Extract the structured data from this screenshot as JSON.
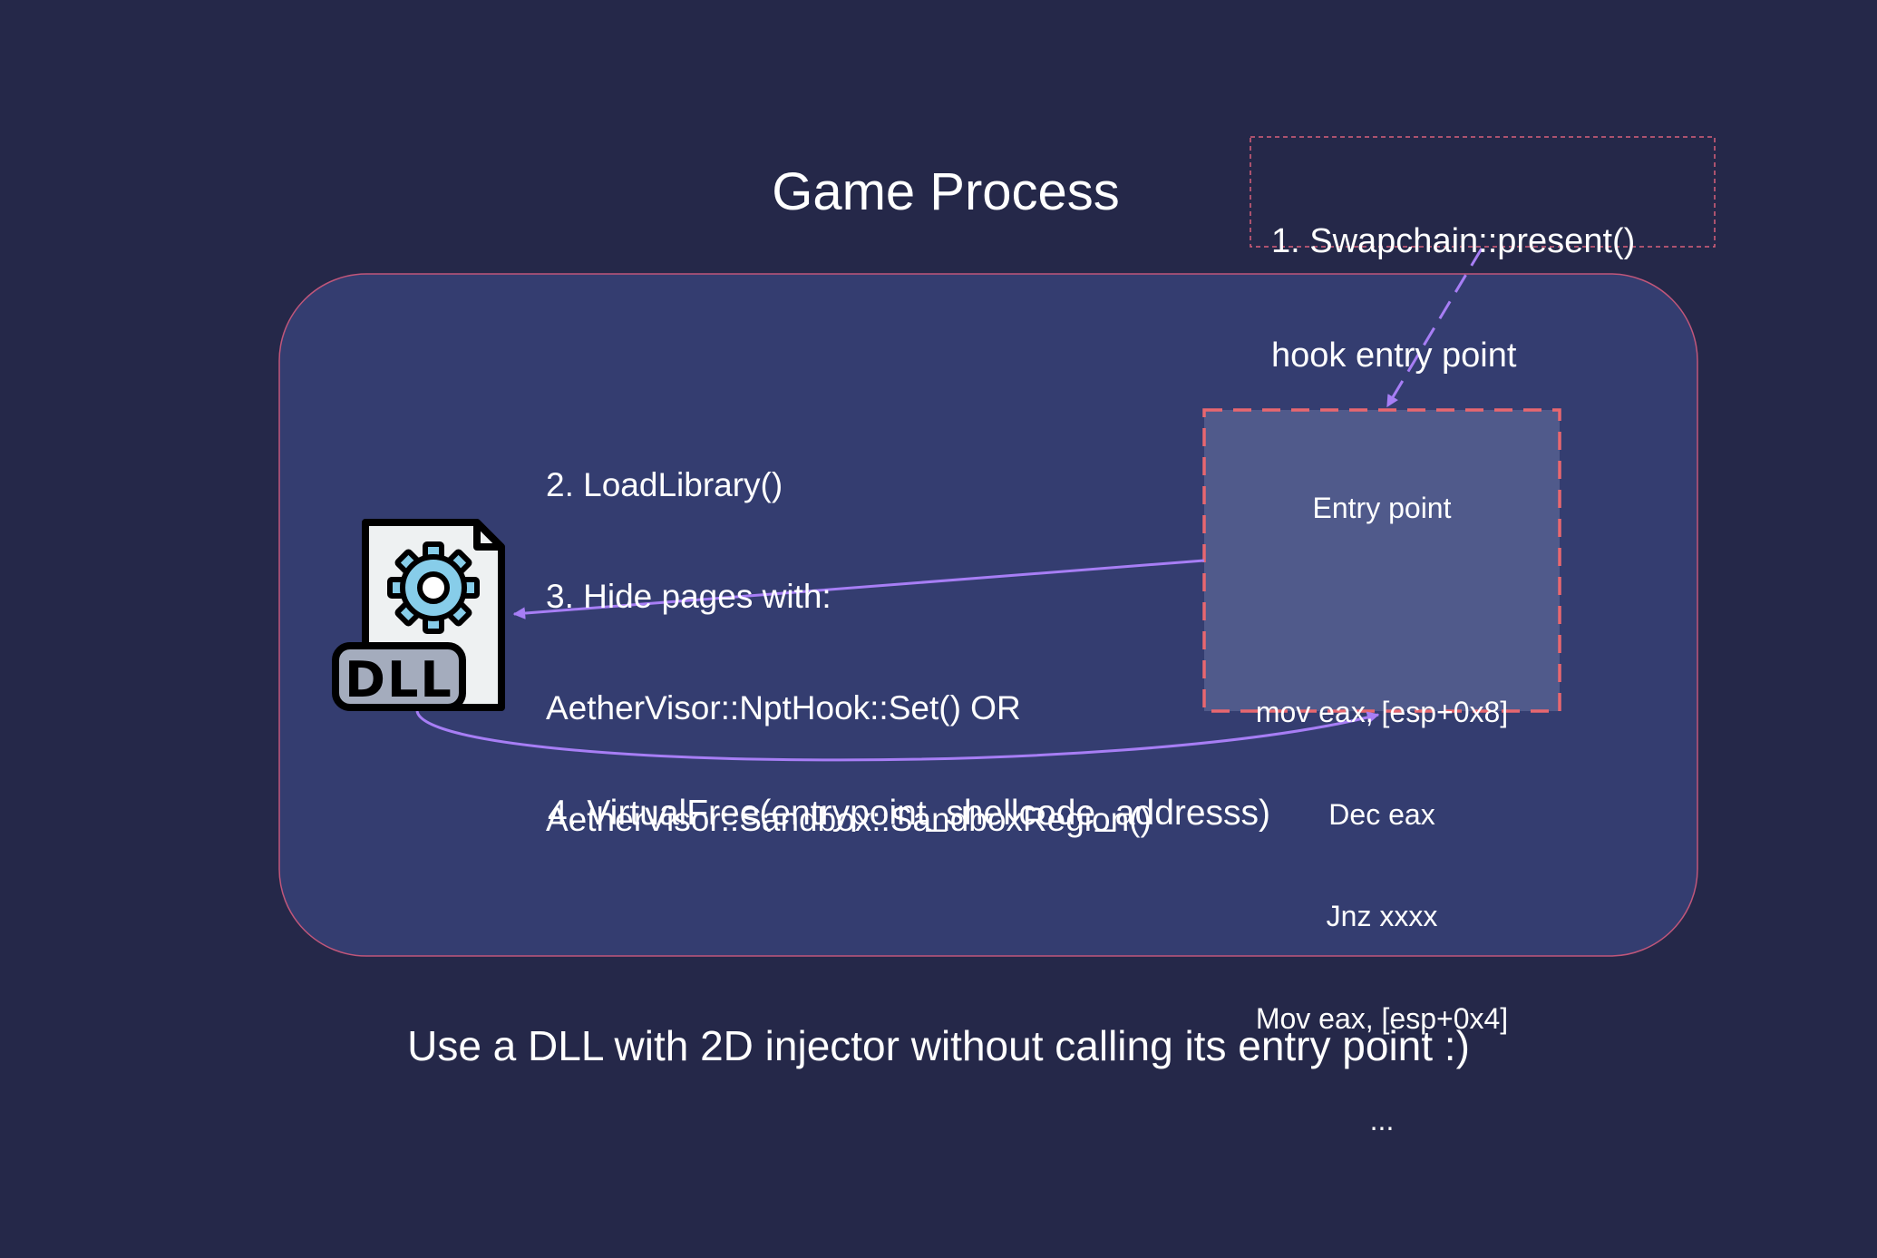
{
  "diagram": {
    "title": "Game Process",
    "colors": {
      "background": "#252849",
      "process_fill": "#343d70",
      "process_border": "#c0567a",
      "entry_fill": "#505a8b",
      "entry_border": "#e8676f",
      "arrow": "#a77ef5",
      "note_border": "#d9607a",
      "dll_page": "#eef1f2",
      "dll_gear": "#87cde9",
      "dll_label_bg": "#a4acbd"
    },
    "note": {
      "lines": [
        "1. Swapchain::present()",
        "hook entry point"
      ]
    },
    "dll_icon": {
      "label": "DLL",
      "icon": "dll-file-gear-icon"
    },
    "steps": {
      "lines": [
        "2. LoadLibrary()",
        "3. Hide pages with:",
        "AetherVisor::NptHook::Set() OR",
        "AetherVisor::Sandbox::SandboxRegion()"
      ]
    },
    "entry_point": {
      "title": "Entry point",
      "code": [
        "mov eax, [esp+0x8]",
        "Dec eax",
        "Jnz xxxx",
        "Mov eax, [esp+0x4]",
        "..."
      ]
    },
    "step4": "4. VirtualFree(entrypoint_shellcode_addresss)",
    "caption": "Use a DLL with 2D injector without calling its entry point :)"
  }
}
